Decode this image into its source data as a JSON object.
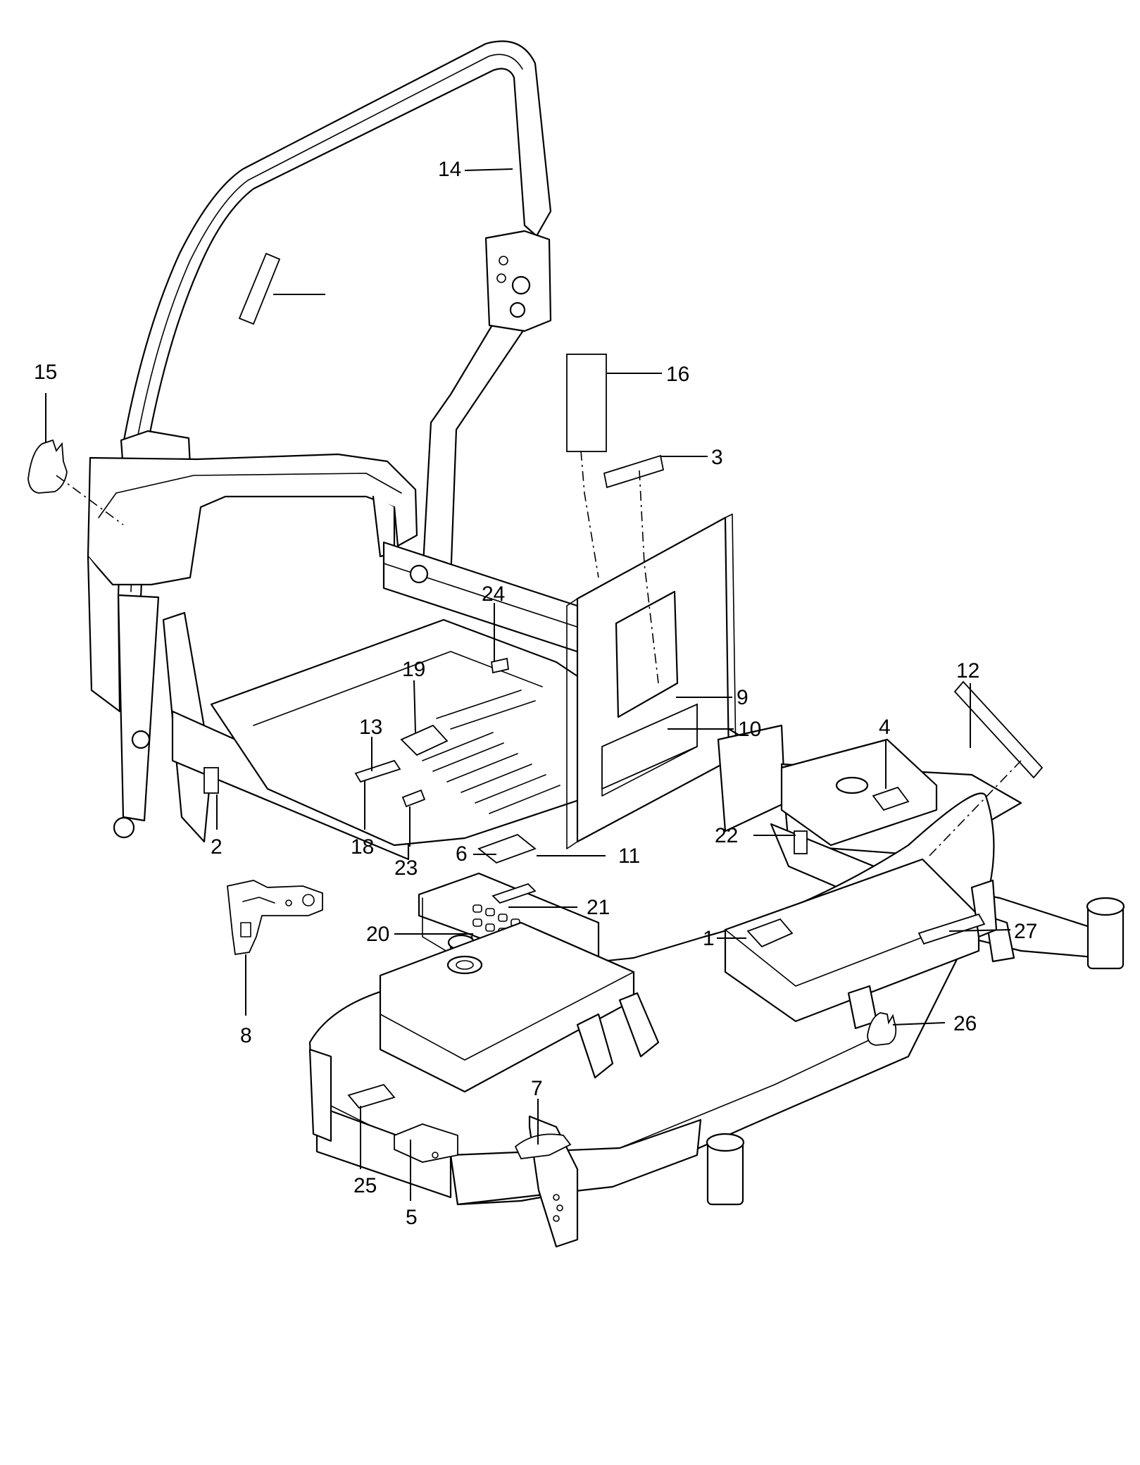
{
  "callouts": [
    {
      "id": "c1",
      "label": "1"
    },
    {
      "id": "c2",
      "label": "2"
    },
    {
      "id": "c3",
      "label": "3"
    },
    {
      "id": "c4",
      "label": "4"
    },
    {
      "id": "c5",
      "label": "5"
    },
    {
      "id": "c6",
      "label": "6"
    },
    {
      "id": "c7",
      "label": "7"
    },
    {
      "id": "c8",
      "label": "8"
    },
    {
      "id": "c9",
      "label": "9"
    },
    {
      "id": "c10",
      "label": "10"
    },
    {
      "id": "c11",
      "label": "11"
    },
    {
      "id": "c12",
      "label": "12"
    },
    {
      "id": "c13",
      "label": "13"
    },
    {
      "id": "c14",
      "label": "14"
    },
    {
      "id": "c15",
      "label": "15"
    },
    {
      "id": "c16",
      "label": "16"
    },
    {
      "id": "c18",
      "label": "18"
    },
    {
      "id": "c19",
      "label": "19"
    },
    {
      "id": "c20",
      "label": "20"
    },
    {
      "id": "c21",
      "label": "21"
    },
    {
      "id": "c22",
      "label": "22"
    },
    {
      "id": "c23",
      "label": "23"
    },
    {
      "id": "c24",
      "label": "24"
    },
    {
      "id": "c25",
      "label": "25"
    },
    {
      "id": "c26",
      "label": "26"
    },
    {
      "id": "c27",
      "label": "27"
    }
  ]
}
